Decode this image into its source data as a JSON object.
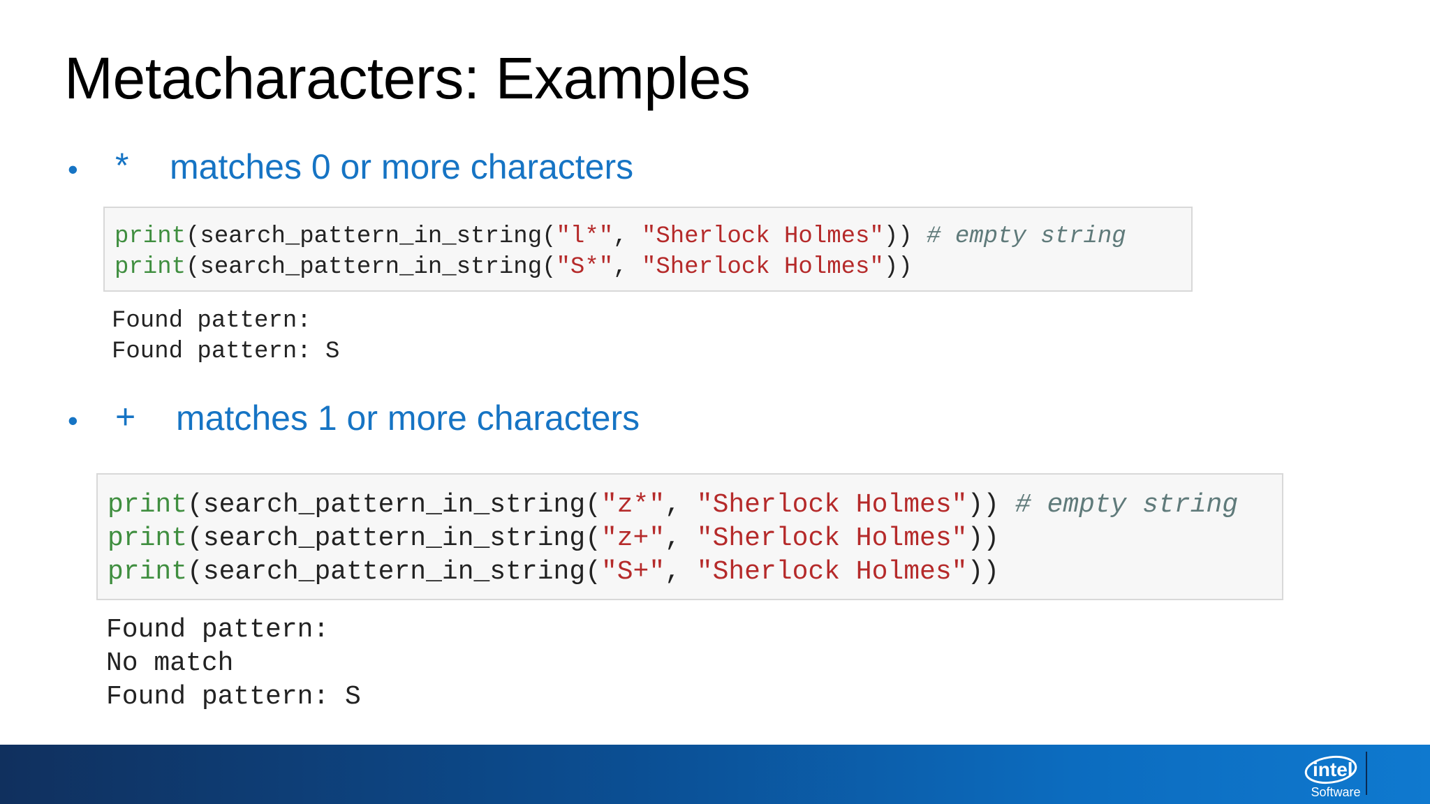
{
  "title": "Metacharacters: Examples",
  "bullets": [
    {
      "symbol": "*",
      "text": "matches 0 or more characters"
    },
    {
      "symbol": "+",
      "text": "matches 1 or more characters"
    }
  ],
  "bullet_glyph": "•",
  "code_block_1": [
    {
      "kw": "print",
      "open": "(search_pattern_in_string(",
      "s1": "\"l*\"",
      "sep": ", ",
      "s2": "\"Sherlock Holmes\"",
      "close": "))",
      "comment": " # empty string"
    },
    {
      "kw": "print",
      "open": "(search_pattern_in_string(",
      "s1": "\"S*\"",
      "sep": ", ",
      "s2": "\"Sherlock Holmes\"",
      "close": "))",
      "comment": ""
    }
  ],
  "output_1": [
    "Found pattern:",
    "Found pattern: S"
  ],
  "code_block_2": [
    {
      "kw": "print",
      "open": "(search_pattern_in_string(",
      "s1": "\"z*\"",
      "sep": ", ",
      "s2": "\"Sherlock Holmes\"",
      "close": "))",
      "comment": " # empty string"
    },
    {
      "kw": "print",
      "open": "(search_pattern_in_string(",
      "s1": "\"z+\"",
      "sep": ", ",
      "s2": "\"Sherlock Holmes\"",
      "close": "))",
      "comment": ""
    },
    {
      "kw": "print",
      "open": "(search_pattern_in_string(",
      "s1": "\"S+\"",
      "sep": ", ",
      "s2": "\"Sherlock Holmes\"",
      "close": "))",
      "comment": ""
    }
  ],
  "output_2": [
    "Found pattern:",
    "No match",
    "Found pattern: S"
  ],
  "footer": {
    "logo_text": "intel",
    "logo_caption": "Software"
  },
  "colors": {
    "accent_blue": "#1674c4",
    "keyword_green": "#3f8e3f",
    "string_red": "#b52a2a",
    "comment_gray": "#5f7a7a"
  }
}
